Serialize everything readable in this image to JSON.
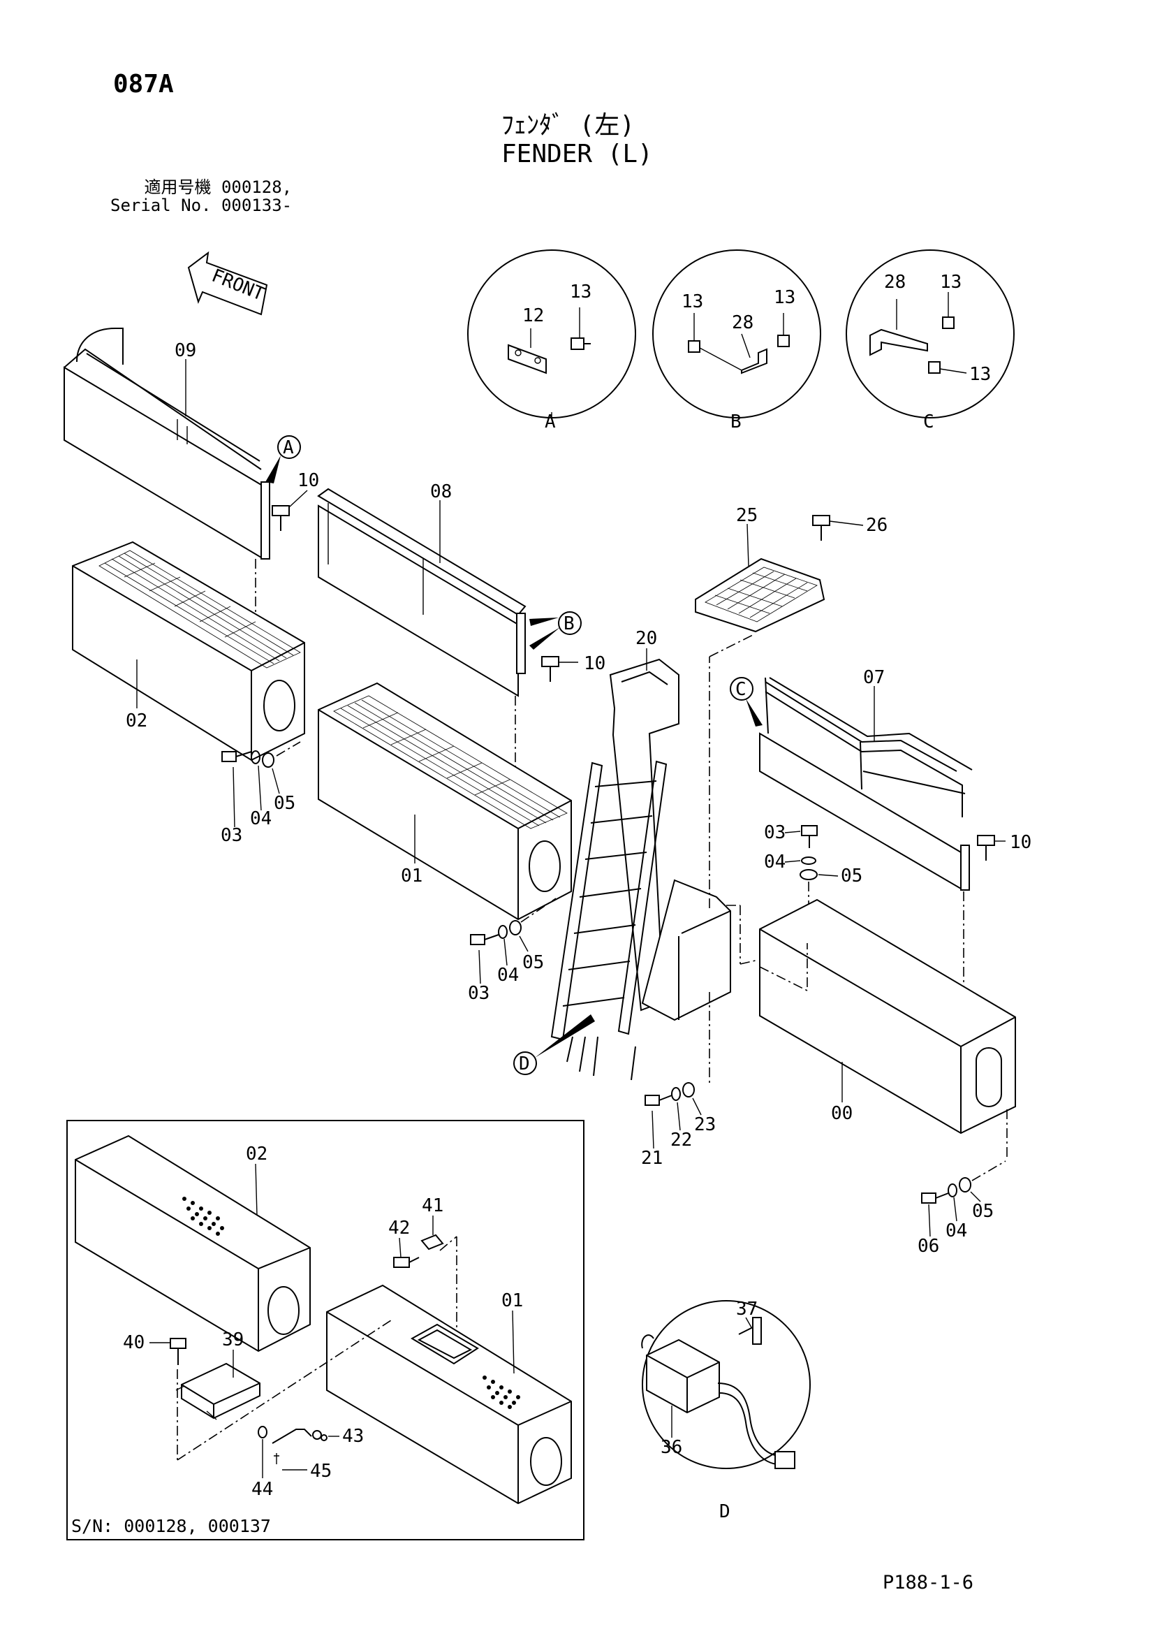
{
  "header": {
    "page_code": "087A",
    "title_jp": "ﾌｪﾝﾀﾞ (左)",
    "title_en": "FENDER (L)",
    "serial_line1": "適用号機 000128,",
    "serial_line2": "Serial No. 000133-"
  },
  "front_arrow": "FRONT",
  "detail_views": [
    {
      "label": "A",
      "parts": [
        "12",
        "13"
      ]
    },
    {
      "label": "B",
      "parts": [
        "13",
        "28",
        "13"
      ]
    },
    {
      "label": "C",
      "parts": [
        "28",
        "13",
        "13"
      ]
    },
    {
      "label": "D",
      "parts": [
        "37",
        "36"
      ]
    }
  ],
  "callouts": [
    "A",
    "B",
    "C",
    "D"
  ],
  "part_numbers": {
    "p00": "00",
    "p01": "01",
    "p02": "02",
    "p03": "03",
    "p04": "04",
    "p05": "05",
    "p06": "06",
    "p07": "07",
    "p08": "08",
    "p09": "09",
    "p10": "10",
    "p12": "12",
    "p13": "13",
    "p20": "20",
    "p21": "21",
    "p22": "22",
    "p23": "23",
    "p25": "25",
    "p26": "26",
    "p28": "28",
    "p36": "36",
    "p37": "37",
    "p39": "39",
    "p40": "40",
    "p41": "41",
    "p42": "42",
    "p43": "43",
    "p44": "44",
    "p45": "45"
  },
  "inset": {
    "serial_note": "S/N: 000128, 000137"
  },
  "footer": {
    "page_ref": "P188-1-6"
  }
}
